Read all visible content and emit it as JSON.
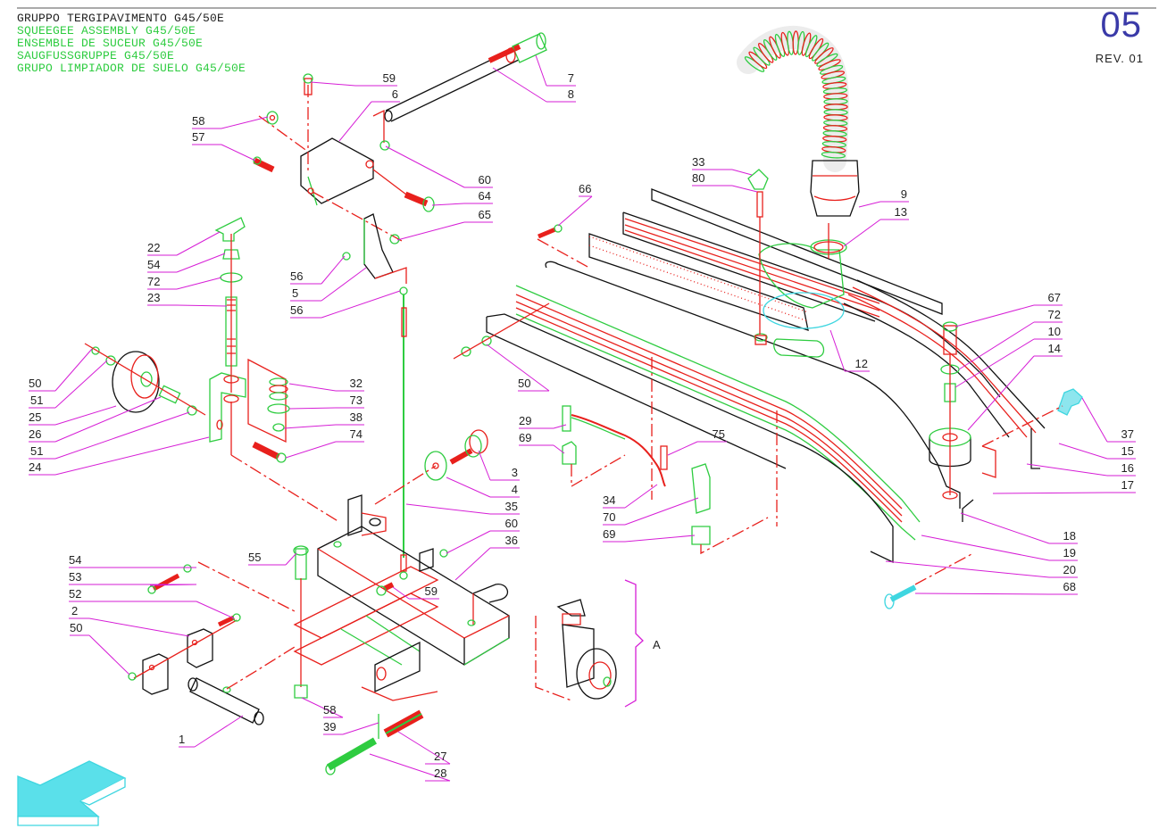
{
  "header": {
    "title_it": "GRUPPO TERGIPAVIMENTO G45/50E",
    "title_en": "SQUEEGEE ASSEMBLY G45/50E",
    "title_fr": "ENSEMBLE DE SUCEUR G45/50E",
    "title_de": "SAUGFUSSGRUPPE G45/50E",
    "title_es": "GRUPO LIMPIADOR DE SUELO G45/50E",
    "sheet_number": "05",
    "revision": "REV. 01"
  },
  "colors": {
    "outline": "#111111",
    "hidden_red": "#e8201c",
    "highlight_green": "#2ecc40",
    "leader_magenta": "#d61ed6",
    "accent_cyan": "#3fd6e0",
    "sheet_number_blue": "#3a3aa8"
  },
  "group_label": "A",
  "callouts": [
    {
      "id": "c59a",
      "label": "59"
    },
    {
      "id": "c6",
      "label": "6"
    },
    {
      "id": "c58a",
      "label": "58"
    },
    {
      "id": "c57",
      "label": "57"
    },
    {
      "id": "c7",
      "label": "7"
    },
    {
      "id": "c8",
      "label": "8"
    },
    {
      "id": "c60a",
      "label": "60"
    },
    {
      "id": "c64",
      "label": "64"
    },
    {
      "id": "c65",
      "label": "65"
    },
    {
      "id": "c22",
      "label": "22"
    },
    {
      "id": "c54a",
      "label": "54"
    },
    {
      "id": "c72a",
      "label": "72"
    },
    {
      "id": "c23",
      "label": "23"
    },
    {
      "id": "c56a",
      "label": "56"
    },
    {
      "id": "c5",
      "label": "5"
    },
    {
      "id": "c56b",
      "label": "56"
    },
    {
      "id": "c50a",
      "label": "50"
    },
    {
      "id": "c51a",
      "label": "51"
    },
    {
      "id": "c25",
      "label": "25"
    },
    {
      "id": "c26",
      "label": "26"
    },
    {
      "id": "c51b",
      "label": "51"
    },
    {
      "id": "c24",
      "label": "24"
    },
    {
      "id": "c32",
      "label": "32"
    },
    {
      "id": "c73",
      "label": "73"
    },
    {
      "id": "c38",
      "label": "38"
    },
    {
      "id": "c74",
      "label": "74"
    },
    {
      "id": "c3",
      "label": "3"
    },
    {
      "id": "c4",
      "label": "4"
    },
    {
      "id": "c35",
      "label": "35"
    },
    {
      "id": "c60b",
      "label": "60"
    },
    {
      "id": "c36",
      "label": "36"
    },
    {
      "id": "c59b",
      "label": "59"
    },
    {
      "id": "c29",
      "label": "29"
    },
    {
      "id": "c69a",
      "label": "69"
    },
    {
      "id": "c75",
      "label": "75"
    },
    {
      "id": "c34",
      "label": "34"
    },
    {
      "id": "c70",
      "label": "70"
    },
    {
      "id": "c69b",
      "label": "69"
    },
    {
      "id": "c50b",
      "label": "50"
    },
    {
      "id": "c66",
      "label": "66"
    },
    {
      "id": "c33",
      "label": "33"
    },
    {
      "id": "c80",
      "label": "80"
    },
    {
      "id": "c9",
      "label": "9"
    },
    {
      "id": "c13",
      "label": "13"
    },
    {
      "id": "c12",
      "label": "12"
    },
    {
      "id": "c67",
      "label": "67"
    },
    {
      "id": "c72b",
      "label": "72"
    },
    {
      "id": "c10",
      "label": "10"
    },
    {
      "id": "c14",
      "label": "14"
    },
    {
      "id": "c37",
      "label": "37"
    },
    {
      "id": "c15",
      "label": "15"
    },
    {
      "id": "c16",
      "label": "16"
    },
    {
      "id": "c17",
      "label": "17"
    },
    {
      "id": "c18",
      "label": "18"
    },
    {
      "id": "c19",
      "label": "19"
    },
    {
      "id": "c20",
      "label": "20"
    },
    {
      "id": "c68",
      "label": "68"
    },
    {
      "id": "c54b",
      "label": "54"
    },
    {
      "id": "c53",
      "label": "53"
    },
    {
      "id": "c52",
      "label": "52"
    },
    {
      "id": "c2",
      "label": "2"
    },
    {
      "id": "c50c",
      "label": "50"
    },
    {
      "id": "c55",
      "label": "55"
    },
    {
      "id": "c58b",
      "label": "58"
    },
    {
      "id": "c39",
      "label": "39"
    },
    {
      "id": "c1",
      "label": "1"
    },
    {
      "id": "c27",
      "label": "27"
    },
    {
      "id": "c28",
      "label": "28"
    }
  ]
}
